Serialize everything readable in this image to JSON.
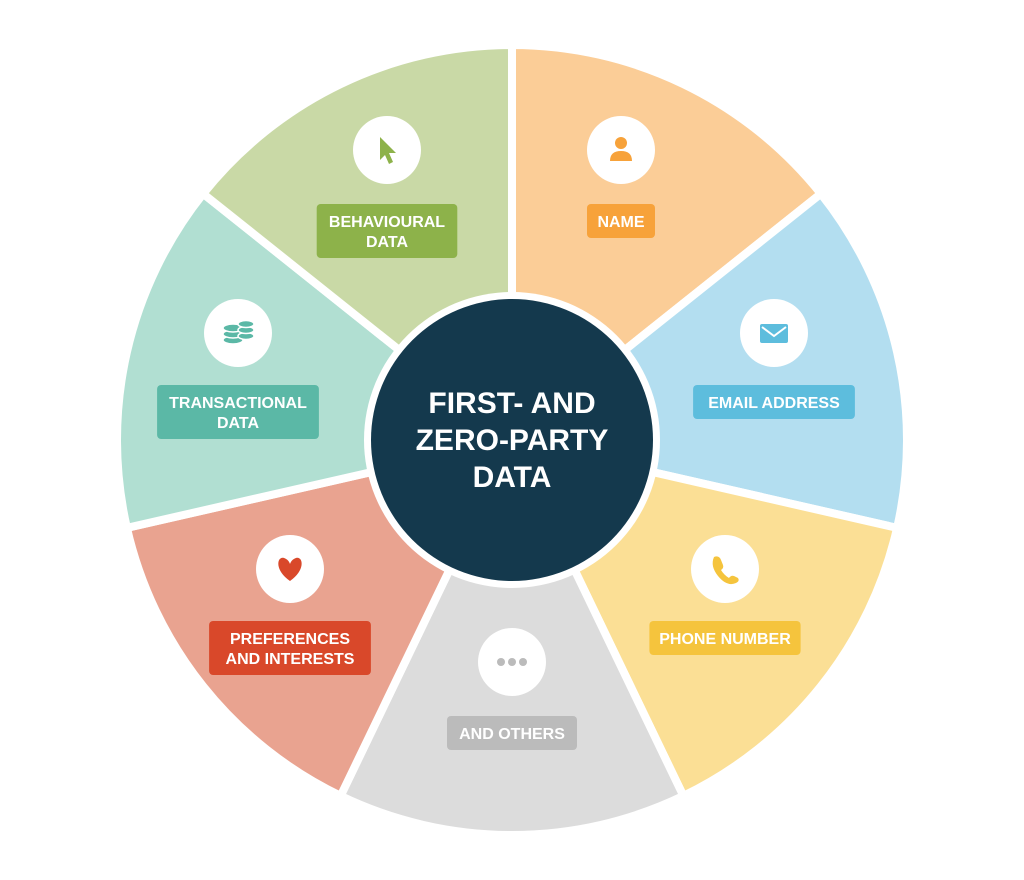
{
  "center": {
    "lines": [
      "FIRST- AND",
      "ZERO-PARTY",
      "DATA"
    ],
    "color": "#14394d"
  },
  "segments": [
    {
      "key": "name",
      "lines": [
        "NAME"
      ],
      "icon": "person-icon",
      "fill": "#fbcd97",
      "accent": "#f7a23a"
    },
    {
      "key": "email-address",
      "lines": [
        "EMAIL ADDRESS"
      ],
      "icon": "envelope-icon",
      "fill": "#b3def0",
      "accent": "#5dbddd"
    },
    {
      "key": "phone-number",
      "lines": [
        "PHONE NUMBER"
      ],
      "icon": "phone-icon",
      "fill": "#fbdf95",
      "accent": "#f5c43d"
    },
    {
      "key": "and-others",
      "lines": [
        "AND OTHERS"
      ],
      "icon": "ellipsis-icon",
      "fill": "#dcdcdc",
      "accent": "#bbbbbb"
    },
    {
      "key": "preferences-and-interests",
      "lines": [
        "PREFERENCES",
        "AND INTERESTS"
      ],
      "icon": "heart-icon",
      "fill": "#e9a390",
      "accent": "#d9482a"
    },
    {
      "key": "transactional-data",
      "lines": [
        "TRANSACTIONAL",
        "DATA"
      ],
      "icon": "coins-icon",
      "fill": "#b1dfd2",
      "accent": "#5bb8a6"
    },
    {
      "key": "behavioural-data",
      "lines": [
        "BEHAVIOURAL",
        "DATA"
      ],
      "icon": "cursor-icon",
      "fill": "#c9d9a6",
      "accent": "#8db24a"
    }
  ]
}
